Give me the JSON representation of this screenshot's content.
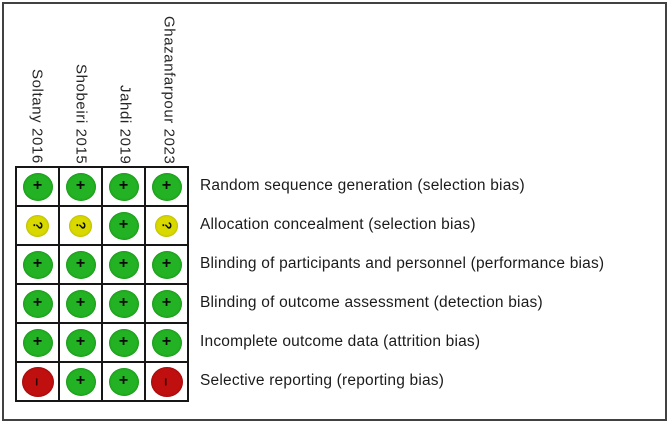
{
  "chart_data": {
    "type": "heatmap",
    "x_categories": [
      "Soltany 2016",
      "Shobeiri 2015",
      "Jahdi 2019",
      "Ghazanfarpour 2023"
    ],
    "y_categories": [
      "Random sequence generation (selection bias)",
      "Allocation concealment (selection bias)",
      "Blinding of participants and personnel (performance bias)",
      "Blinding of outcome assessment (detection bias)",
      "Incomplete outcome data (attrition bias)",
      "Selective reporting (reporting bias)"
    ],
    "values": [
      [
        "+",
        "+",
        "+",
        "+"
      ],
      [
        "?",
        "?",
        "+",
        "?"
      ],
      [
        "+",
        "+",
        "+",
        "+"
      ],
      [
        "+",
        "+",
        "+",
        "+"
      ],
      [
        "+",
        "+",
        "+",
        "+"
      ],
      [
        "-",
        "+",
        "+",
        "-"
      ]
    ],
    "symbol_colors": {
      "+": "#23b223",
      "?": "#d9d900",
      "-": "#bf0f0f"
    },
    "display_symbols": {
      "+": "+",
      "?": "?",
      "-": "−"
    },
    "grid": true,
    "legend_position": "none"
  }
}
